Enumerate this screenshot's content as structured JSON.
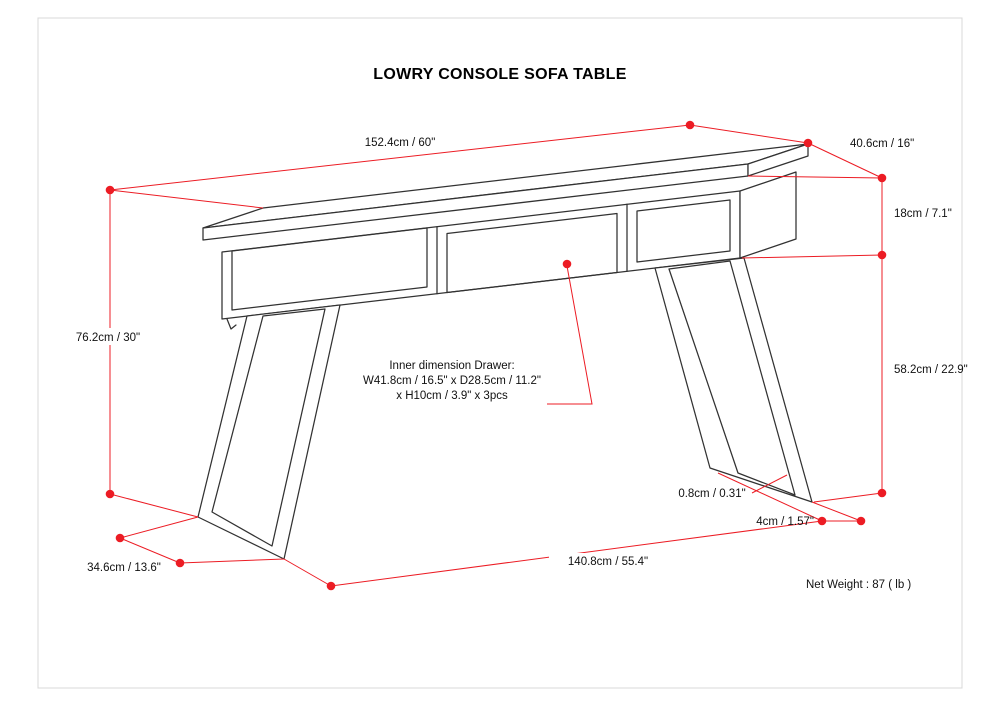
{
  "title": "LOWRY CONSOLE SOFA TABLE",
  "footer": {
    "net_weight": "Net Weight : 87 ( lb )"
  },
  "colors": {
    "accent": "#ec1c24",
    "drawing_line": "#323232",
    "background": "#ffffff",
    "frame": "#d8d8d8"
  },
  "dimensions": {
    "top_length": "152.4cm / 60\"",
    "top_depth": "40.6cm / 16\"",
    "apron_height": "18cm / 7.1\"",
    "overall_height": "76.2cm / 30\"",
    "leg_height": "58.2cm / 22.9\"",
    "leg_bottom_thickness": "0.8cm / 0.31\"",
    "foot_width": "4cm / 1.57\"",
    "leg_depth": "34.6cm / 13.6\"",
    "base_length": "140.8cm / 55.4\""
  },
  "drawer_note": {
    "line1": "Inner dimension Drawer:",
    "line2": "W41.8cm / 16.5\" x D28.5cm / 11.2\"",
    "line3": "x H10cm / 3.9\" x 3pcs"
  }
}
